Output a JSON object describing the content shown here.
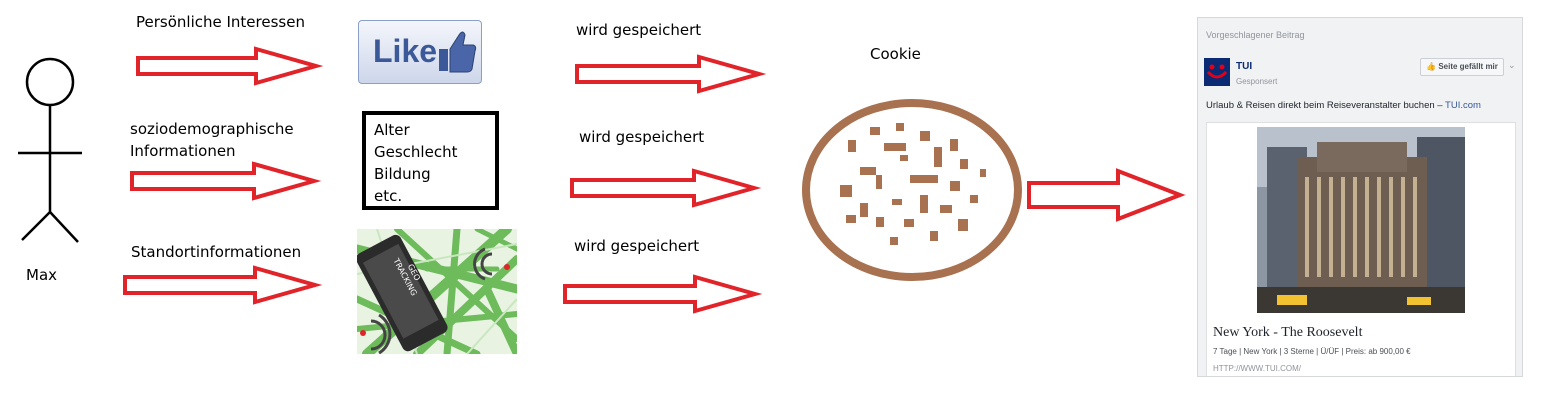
{
  "person": {
    "name": "Max"
  },
  "inputs": [
    {
      "label": "Persönliche Interessen"
    },
    {
      "label_line1": "soziodemographische",
      "label_line2": "Informationen"
    },
    {
      "label": "Standortinformationen"
    }
  ],
  "like_widget": {
    "text": "Like"
  },
  "demographics": {
    "items": [
      "Alter",
      "Geschlecht",
      "Bildung",
      "etc."
    ]
  },
  "geo_phone": {
    "text_line1": "GEO",
    "text_line2": "TRACKING"
  },
  "stored_labels": [
    "wird gespeichert",
    "wird gespeichert",
    "wird gespeichert"
  ],
  "cookie": {
    "label": "Cookie"
  },
  "colors": {
    "arrow": "#e0242a",
    "cookie": "#a8714f",
    "map_green": "#6dbb5b",
    "fb_blue": "#365899"
  },
  "facebook_ad": {
    "header": "Vorgeschlagener Beitrag",
    "brand": "TUI",
    "sponsored": "Gesponsert",
    "like_page_button": "Seite gefällt mir",
    "description": "Urlaub & Reisen direkt beim Reiseveranstalter buchen – ",
    "description_link": "TUI.com",
    "headline": "New York - The Roosevelt",
    "subline": "7 Tage | New York | 3 Sterne | Ü/ÜF | Preis: ab 900,00 €",
    "url": "HTTP://WWW.TUI.COM/"
  }
}
